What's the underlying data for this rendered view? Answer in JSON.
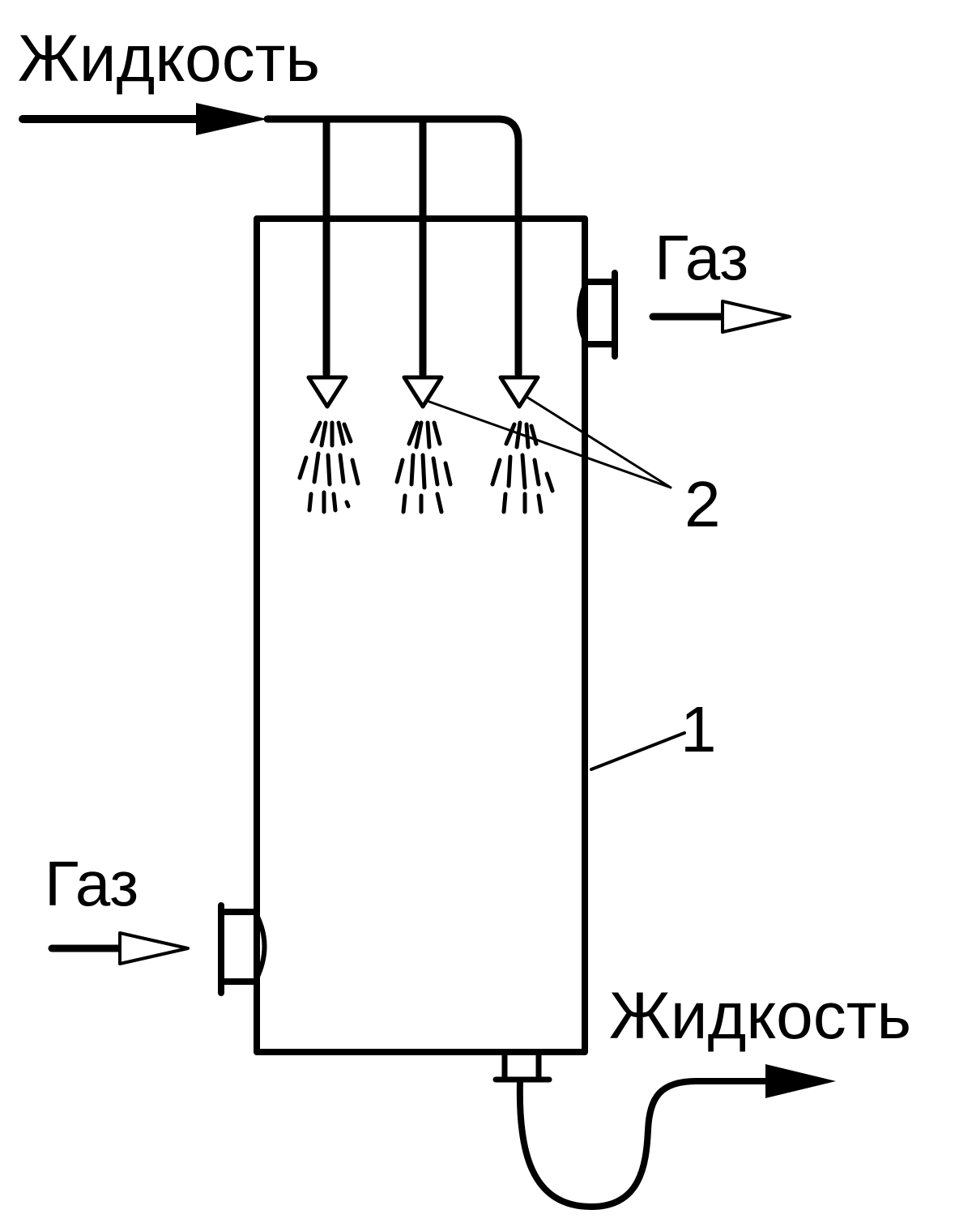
{
  "labels": {
    "liquid_in": "Жидкость",
    "liquid_out": "Жидкость",
    "gas_out": "Газ",
    "gas_in": "Газ",
    "ref_vessel": "1",
    "ref_nozzles": "2"
  },
  "colors": {
    "ink": "#000000",
    "background": "#ffffff"
  }
}
